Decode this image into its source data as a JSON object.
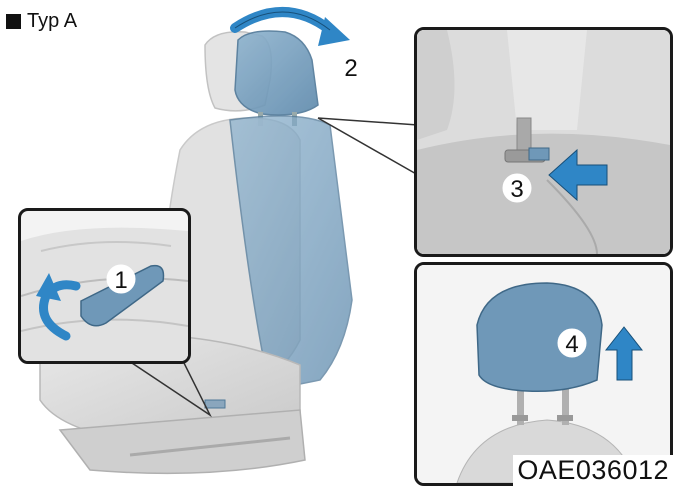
{
  "caption": {
    "label": "Typ A"
  },
  "callouts": [
    {
      "number": "1"
    },
    {
      "number": "2"
    },
    {
      "number": "3"
    },
    {
      "number": "4"
    }
  ],
  "figure_code": "OAE036012",
  "colors": {
    "seat_highlight": "#6f98b8",
    "arrow_blue": "#2f86c6",
    "panel_border": "#1a1a1a"
  }
}
